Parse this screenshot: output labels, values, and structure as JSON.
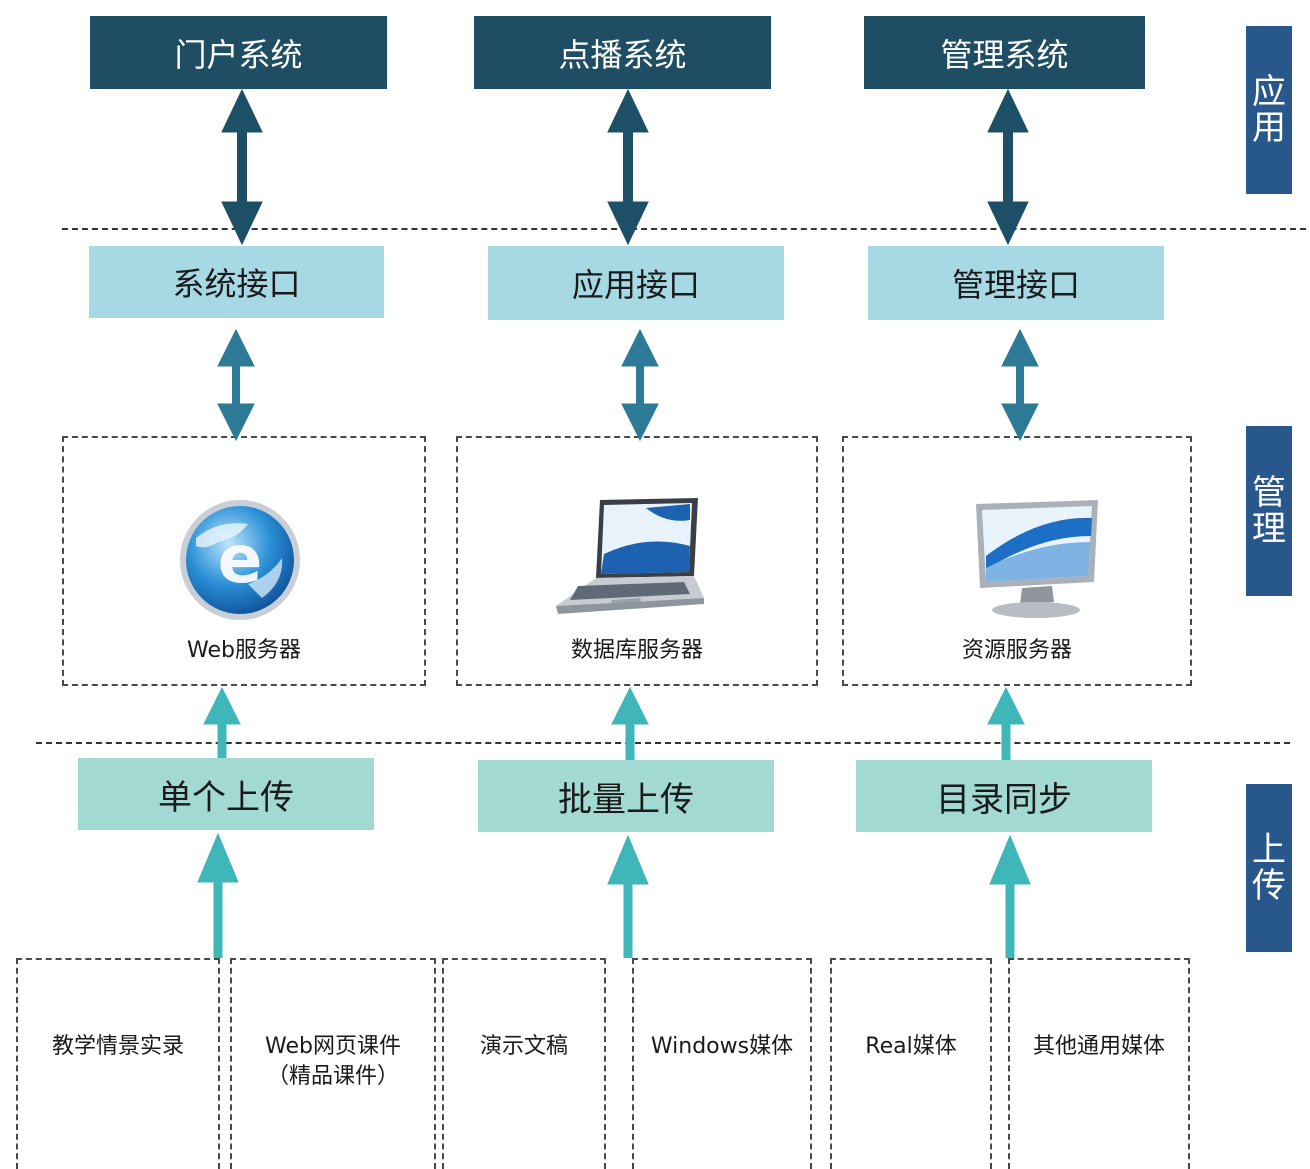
{
  "layers": {
    "application": "应用",
    "management": "管理",
    "upload": "上传"
  },
  "app_systems": [
    "门户系统",
    "点播系统",
    "管理系统"
  ],
  "interfaces": [
    "系统接口",
    "应用接口",
    "管理接口"
  ],
  "servers": [
    "Web服务器",
    "数据库服务器",
    "资源服务器"
  ],
  "uploads": [
    "单个上传",
    "批量上传",
    "目录同步"
  ],
  "sources": [
    {
      "line1": "教学情景实录",
      "line2": ""
    },
    {
      "line1": "Web网页课件",
      "line2": "（精品课件）"
    },
    {
      "line1": "演示文稿",
      "line2": ""
    },
    {
      "line1": "Windows媒体",
      "line2": ""
    },
    {
      "line1": "Real媒体",
      "line2": ""
    },
    {
      "line1": "其他通用媒体",
      "line2": ""
    }
  ],
  "colors": {
    "app_box": "#1f4e64",
    "interface_box": "#a7d9e5",
    "upload_box": "#a2d9d3",
    "layer_label": "#28578c",
    "dark_arrow": "#1d4f66",
    "mid_arrow": "#2c7a96",
    "teal_arrow": "#3fb6b9"
  },
  "icons": [
    "globe-ie-icon",
    "laptop-icon",
    "monitor-icon"
  ]
}
